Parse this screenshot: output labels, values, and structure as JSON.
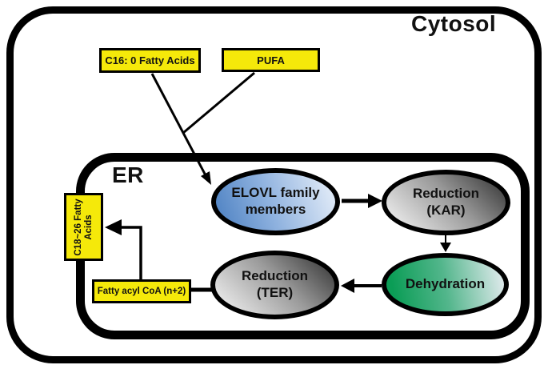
{
  "diagram": {
    "cytosol_label": "Cytosol",
    "er_label": "ER",
    "boxes": {
      "c16": "C16: 0 Fatty Acids",
      "pufa": "PUFA",
      "c18_line1": "C18~26 Fatty",
      "c18_line2": "Acids",
      "fatty_acyl": "Fatty acyl CoA (n+2)"
    },
    "nodes": {
      "elovl_line1": "ELOVL family",
      "elovl_line2": "members",
      "kar_line1": "Reduction",
      "kar_line2": "(KAR)",
      "dehydration": "Dehydration",
      "ter_line1": "Reduction",
      "ter_line2": "(TER)"
    },
    "colors": {
      "outline": "#000000",
      "box_fill": "#F5E90A",
      "elovl_start": "#4A7FC1",
      "elovl_end": "#EAF1FA",
      "gray_start": "#F0F0F0",
      "gray_end": "#2E2E2E",
      "green_start": "#0B9D56",
      "green_end": "#E8EDF2"
    }
  }
}
